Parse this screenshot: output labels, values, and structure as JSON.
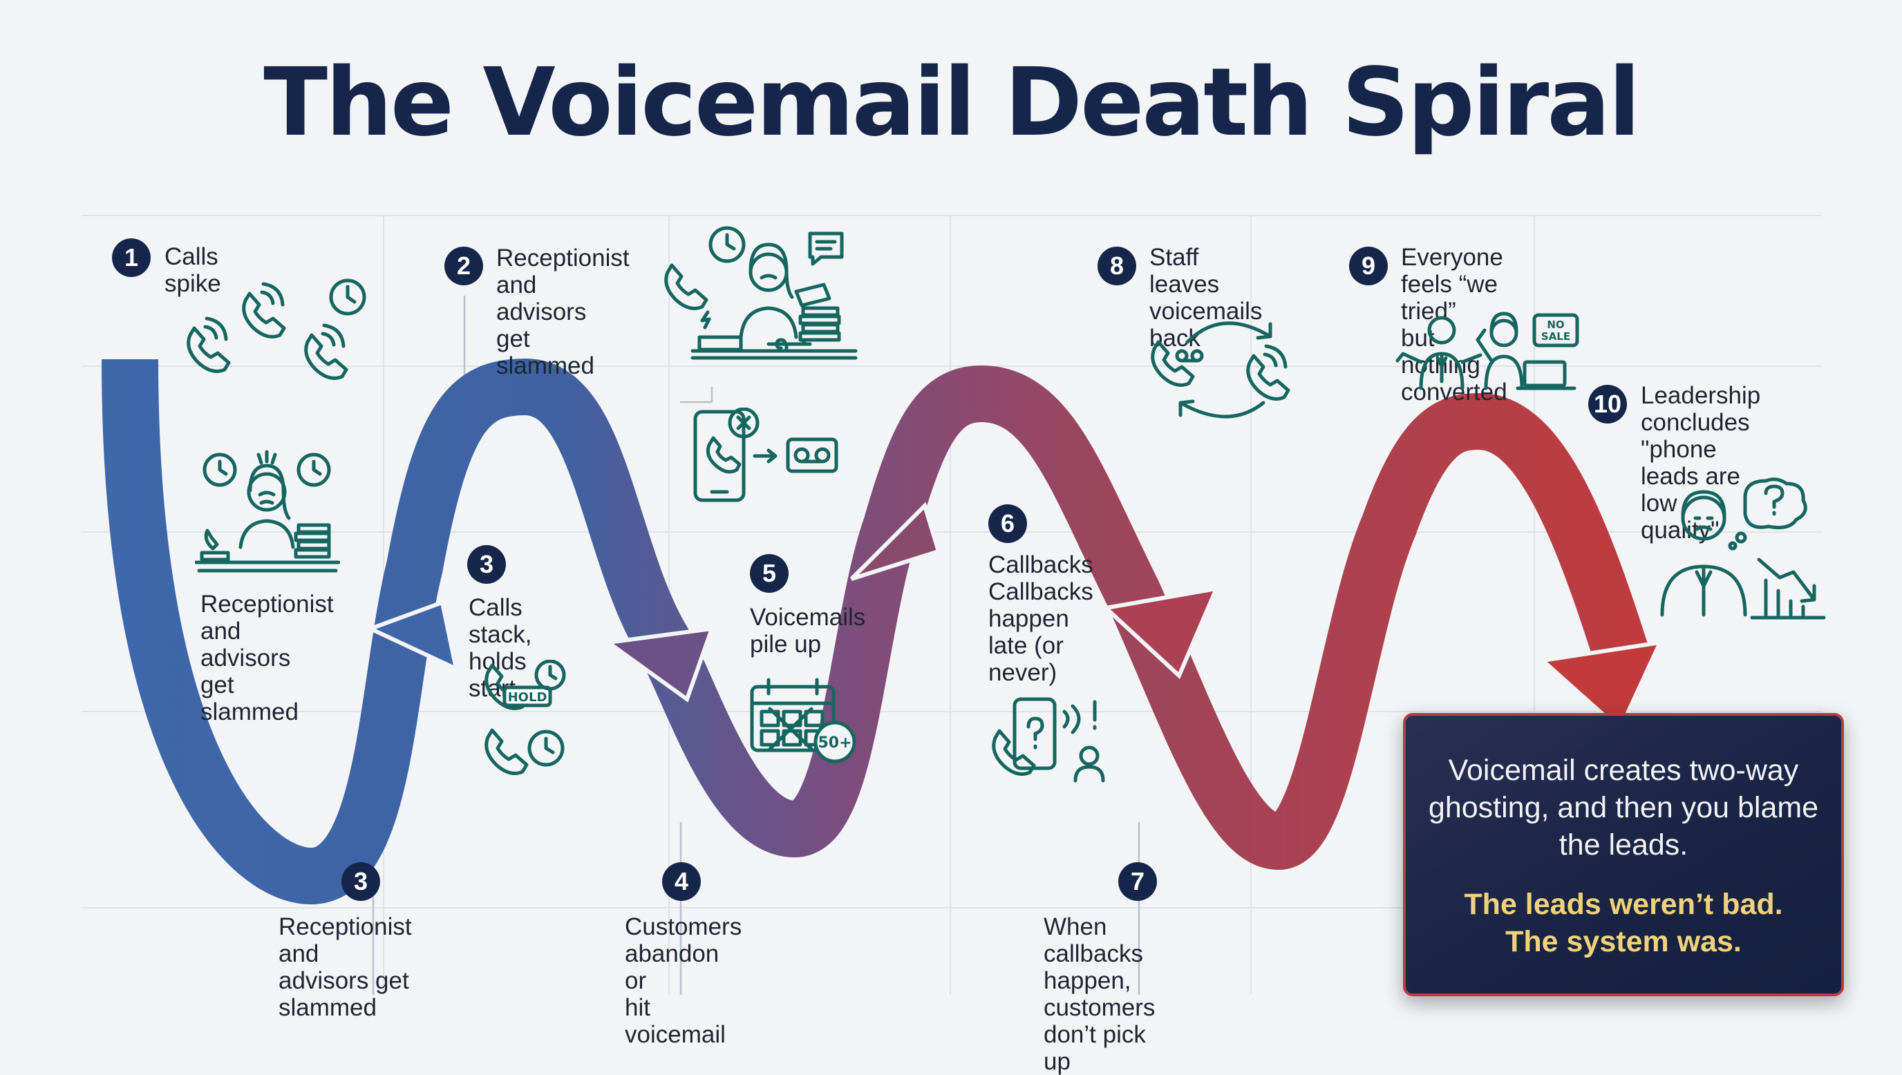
{
  "title": "The Voicemail Death Spiral",
  "colors": {
    "badge": "#16264a",
    "icon": "#16665f",
    "arrow_start": "#3d68ab",
    "arrow_mid": "#7a4e7f",
    "arrow_end": "#c23b3b",
    "callout_text": "#f0d27a"
  },
  "steps": [
    {
      "num": "1",
      "label": "Calls spike",
      "icon": "ringing-phones-clock-icon"
    },
    {
      "num": "2",
      "label": "Receptionist\nand advisors\nget slammed",
      "icon": "stressed-receptionist-icon"
    },
    {
      "num": "3",
      "label": "Calls stack,\nholds start",
      "icon": "phones-on-hold-icon"
    },
    {
      "num": "3",
      "label": "Receptionist and\nadvisors get\nslammed",
      "icon": ""
    },
    {
      "num": "4",
      "label": "Customers\nabandon or\nhit voicemail",
      "icon": "missed-call-to-voicemail-icon"
    },
    {
      "num": "5",
      "label": "Voicemails\npile up",
      "icon": "voicemail-calendar-icon"
    },
    {
      "num": "6",
      "label": "Callbacks\nCallbacks\nhappen\nlate (or\nnever)",
      "icon": "unanswered-callback-icon"
    },
    {
      "num": "7",
      "label": "When callbacks\nhappen, customers\ndon’t pick up",
      "icon": ""
    },
    {
      "num": "8",
      "label": "Staff leaves\nvoicemails back",
      "icon": "voicemail-loop-icon"
    },
    {
      "num": "9",
      "label": "Everyone feels “we tried”\nbut nothing converted",
      "icon": "frustrated-team-icon"
    },
    {
      "num": "10",
      "label": "Leadership concludes\n\"phone leads are\nlow quality\"",
      "icon": "confused-leader-icon"
    }
  ],
  "unnumbered_label": "Receptionist\nand advisors\nget slammed",
  "icon_texts": {
    "hold": "HOLD",
    "count": "50+",
    "no_sale": "NO\nSALE"
  },
  "conclusion": {
    "main": "Voicemail creates two-way ghosting, and then you blame the leads.",
    "emphasis": "The leads weren’t bad.\nThe system was."
  }
}
